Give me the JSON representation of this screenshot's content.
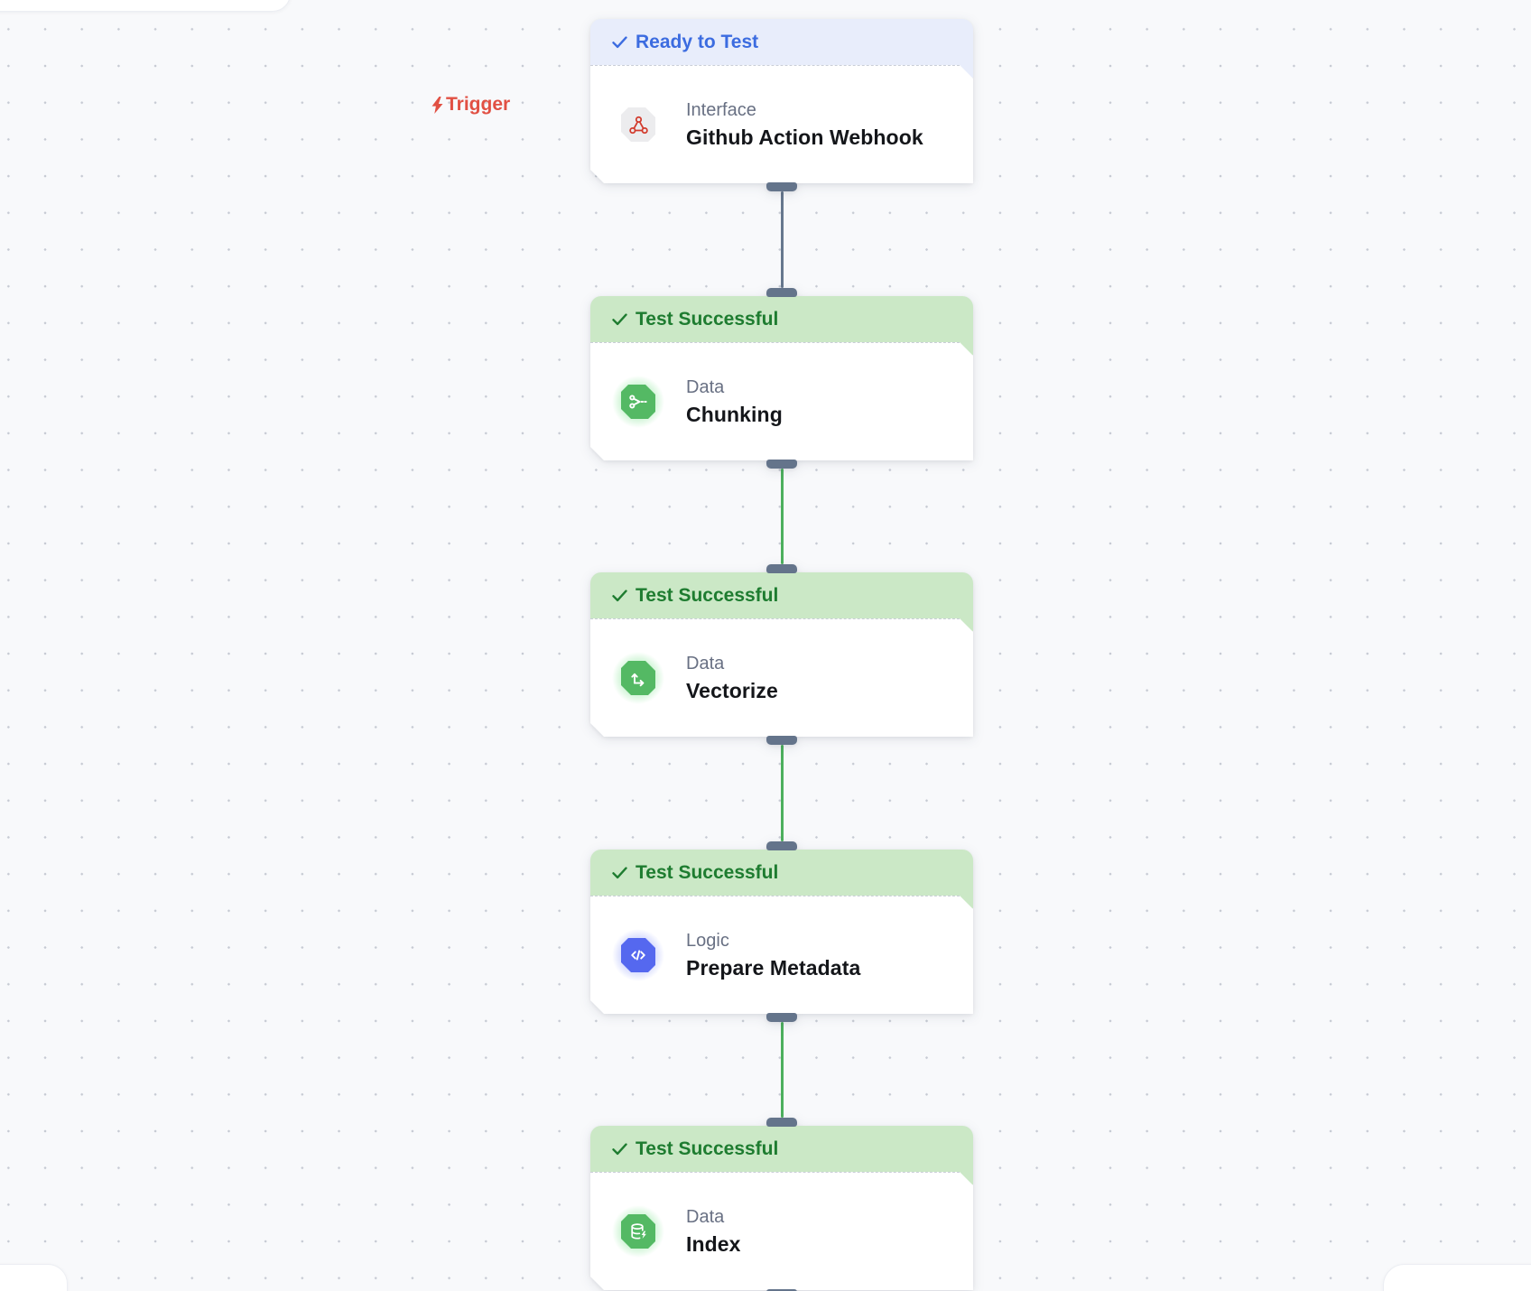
{
  "trigger": {
    "label": "Trigger"
  },
  "nodes": [
    {
      "status": "Ready to Test",
      "state": "ready",
      "category": "Interface",
      "title": "Github Action Webhook",
      "icon": "webhook-icon",
      "tile": "gray"
    },
    {
      "status": "Test Successful",
      "state": "success",
      "category": "Data",
      "title": "Chunking",
      "icon": "scissors-icon",
      "tile": "green"
    },
    {
      "status": "Test Successful",
      "state": "success",
      "category": "Data",
      "title": "Vectorize",
      "icon": "split-arrows-icon",
      "tile": "green"
    },
    {
      "status": "Test Successful",
      "state": "success",
      "category": "Logic",
      "title": "Prepare Metadata",
      "icon": "code-icon",
      "tile": "blue"
    },
    {
      "status": "Test Successful",
      "state": "success",
      "category": "Data",
      "title": "Index",
      "icon": "database-icon",
      "tile": "green"
    }
  ],
  "edges": [
    {
      "from": 0,
      "to": 1,
      "color": "#67788e"
    },
    {
      "from": 1,
      "to": 2,
      "color": "#4db05e"
    },
    {
      "from": 2,
      "to": 3,
      "color": "#4db05e"
    },
    {
      "from": 3,
      "to": 4,
      "color": "#4db05e"
    }
  ],
  "colors": {
    "canvas_bg": "#f8f9fb",
    "status_ready_bg": "#e8edfb",
    "status_ready_text": "#3c6ce0",
    "status_success_bg": "#cbe8c6",
    "status_success_text": "#1e7c30",
    "trigger_red": "#e15043",
    "tile_green": "#54b964",
    "tile_blue": "#5568ef",
    "webhook_red": "#d23b2d",
    "handle_slate": "#64748b"
  }
}
